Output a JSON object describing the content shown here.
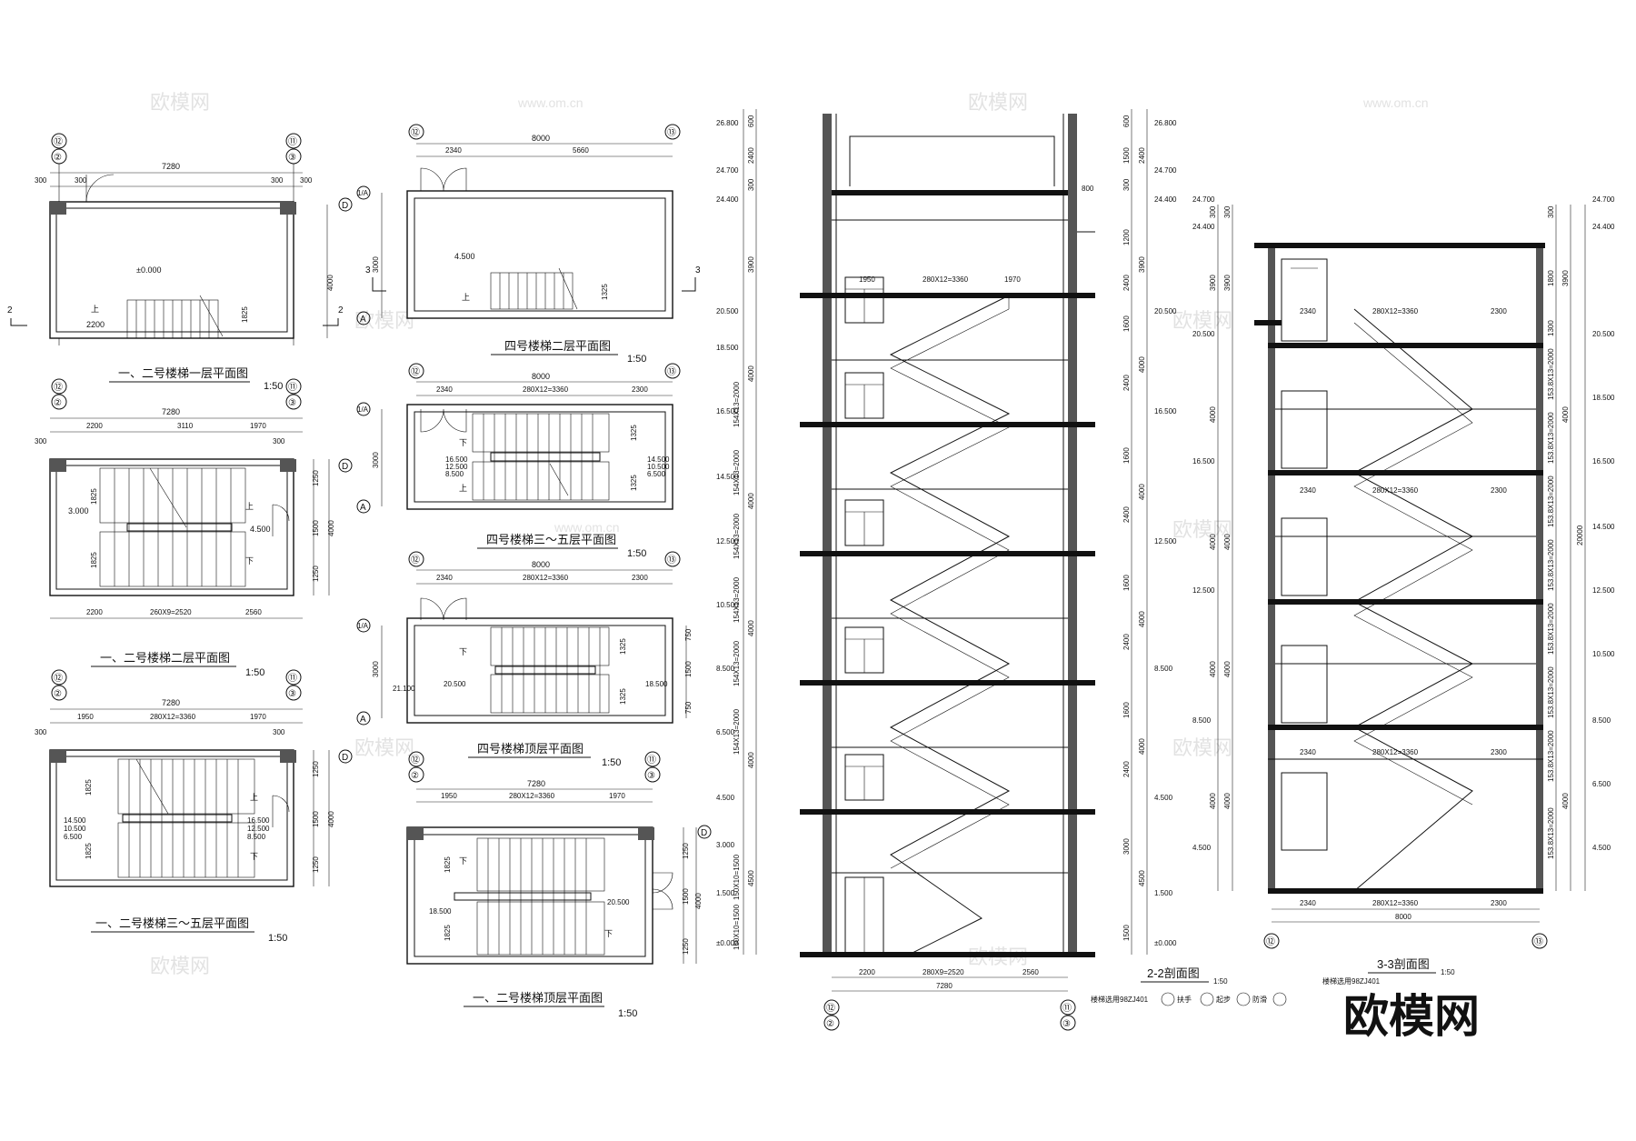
{
  "watermark": {
    "text": "欧模网",
    "url": "www.om.cn",
    "logo_text": "欧模网"
  },
  "colors": {
    "line": "#111111",
    "paper": "#ffffff",
    "watermark": "#e2e2e2"
  },
  "plans": {
    "p1": {
      "title": "一、二号楼梯一层平面图",
      "scale": "1:50",
      "grid_left": "⑫",
      "grid_left2": "②",
      "grid_right": "⑪",
      "grid_right2": "③",
      "grid_side": "D",
      "overall": "7280",
      "d_300a": "300",
      "d_300b": "300",
      "d_300c": "300",
      "d_300d": "300",
      "level": "±0.000",
      "run": "2200",
      "rise": "1825",
      "depth": "4000",
      "up": "上",
      "sec": "2"
    },
    "p2": {
      "title": "一、二号楼梯二层平面图",
      "scale": "1:50",
      "grid_left": "⑫",
      "grid_left2": "②",
      "grid_right": "⑪",
      "grid_right2": "③",
      "grid_side": "D",
      "overall": "7280",
      "d_a": "2200",
      "d_b": "3110",
      "d_c": "1970",
      "d_300a": "300",
      "d_300b": "300",
      "bot_a": "2200",
      "bot_b": "260X9=2520",
      "bot_c": "2560",
      "lvl_l": "3.000",
      "lvl_r": "4.500",
      "side_a": "1825",
      "side_b": "1825",
      "r_a": "1250",
      "r_b": "1500",
      "r_c": "1250",
      "depth": "4000",
      "up": "上",
      "dn": "下"
    },
    "p3": {
      "title": "一、二号楼梯三～五层平面图",
      "scale": "1:50",
      "grid_left": "⑫",
      "grid_left2": "②",
      "grid_right": "⑪",
      "grid_right2": "③",
      "grid_side": "D",
      "overall": "7280",
      "d_a": "1950",
      "d_b": "280X12=3360",
      "d_c": "1970",
      "d_300a": "300",
      "d_300b": "300",
      "lvl_l1": "14.500",
      "lvl_l2": "10.500",
      "lvl_l3": "6.500",
      "lvl_r1": "16.500",
      "lvl_r2": "12.500",
      "lvl_r3": "8.500",
      "side_a": "1825",
      "side_b": "1825",
      "r_a": "1250",
      "r_b": "1500",
      "r_c": "1250",
      "depth": "4000",
      "up": "上",
      "dn": "下"
    },
    "p4": {
      "title": "四号楼梯二层平面图",
      "scale": "1:50",
      "grid_left": "⑫",
      "grid_right": "⑬",
      "grid_a": "A",
      "grid_b": "1/A",
      "overall": "8000",
      "d_a": "2340",
      "d_b": "5660",
      "level": "4.500",
      "rise": "1325",
      "depth": "3000",
      "up": "上",
      "sec": "3"
    },
    "p5": {
      "title": "四号楼梯三～五层平面图",
      "scale": "1:50",
      "grid_left": "⑫",
      "grid_right": "⑬",
      "grid_a": "A",
      "grid_b": "1/A",
      "overall": "8000",
      "d_a": "2340",
      "d_b": "280X12=3360",
      "d_c": "2300",
      "lvl_l1": "16.500",
      "lvl_l2": "12.500",
      "lvl_l3": "8.500",
      "lvl_r1": "14.500",
      "lvl_r2": "10.500",
      "lvl_r3": "6.500",
      "r_a": "1325",
      "r_b": "1325",
      "depth": "3000",
      "up": "上",
      "dn": "下"
    },
    "p6": {
      "title": "四号楼梯顶层平面图",
      "scale": "1:50",
      "grid_left": "⑫",
      "grid_right": "⑬",
      "grid_a": "A",
      "grid_b": "1/A",
      "overall": "8000",
      "d_a": "2340",
      "d_b": "280X12=3360",
      "d_c": "2300",
      "lvl_l": "20.500",
      "lvl_r": "18.500",
      "lvl_x": "21.100",
      "r_a": "1325",
      "r_b": "1325",
      "r_c": "750",
      "r_d": "1500",
      "r_e": "750",
      "depth": "3000",
      "dn": "下"
    },
    "p7": {
      "title": "一、二号楼梯顶层平面图",
      "scale": "1:50",
      "grid_left": "⑫",
      "grid_left2": "②",
      "grid_right": "⑪",
      "grid_right2": "③",
      "grid_side": "D",
      "overall": "7280",
      "d_a": "1950",
      "d_b": "280X12=3360",
      "d_c": "1970",
      "lvl_l": "18.500",
      "lvl_r": "20.500",
      "side_a": "1825",
      "side_b": "1825",
      "r_a": "1250",
      "r_b": "1500",
      "r_c": "1250",
      "depth": "4000",
      "dn": "下"
    }
  },
  "section22": {
    "title": "2-2剖面图",
    "scale": "1:50",
    "grid_left": "⑫",
    "grid_left2": "②",
    "grid_right": "⑪",
    "grid_right2": "③",
    "top_a": "1950",
    "top_b": "280X12=3360",
    "top_c": "1970",
    "bot_a": "2200",
    "bot_b": "280X9=2520",
    "bot_c": "2560",
    "bot_total": "7280",
    "levels_left": [
      "26.800",
      "24.700",
      "24.400",
      "20.500",
      "18.500",
      "16.500",
      "14.500",
      "12.500",
      "10.500",
      "8.500",
      "6.500",
      "4.500",
      "3.000",
      "1.500",
      "±0.000"
    ],
    "levels_right": [
      "26.800",
      "24.700",
      "24.400",
      "20.500",
      "16.500",
      "12.500",
      "8.500",
      "4.500",
      "1.500",
      "±0.000"
    ],
    "risers": [
      "154X13=2000",
      "154X13=2000",
      "154X13=2000",
      "154X13=2000",
      "154X13=2000",
      "154X13=2000",
      "150X10=1500",
      "150X10=1500"
    ],
    "dims_left": [
      "600",
      "2400",
      "300",
      "3900",
      "4000",
      "4000",
      "4000",
      "4000",
      "4500"
    ],
    "dims_right": [
      "600",
      "1500",
      "2400",
      "300",
      "1200",
      "2400",
      "3900",
      "1600",
      "2400",
      "4000",
      "1600",
      "2400",
      "4000",
      "1600",
      "2400",
      "4000",
      "1600",
      "2400",
      "4000",
      "3000",
      "4500",
      "1500"
    ],
    "misc": "800",
    "note": "楼梯选用98ZJ401",
    "n1": "扶手",
    "n2": "起步",
    "n3": "防滑"
  },
  "section33": {
    "title": "3-3剖面图",
    "scale": "1:50",
    "grid_left": "⑫",
    "grid_right": "⑬",
    "top_a": "2340",
    "top_b": "280X12=3360",
    "top_c": "2300",
    "bot_a": "2340",
    "bot_b": "280X12=3360",
    "bot_c": "2300",
    "bot_total": "8000",
    "levels_left": [
      "24.700",
      "24.400",
      "20.500",
      "16.500",
      "12.500",
      "8.500",
      "4.500"
    ],
    "levels_right": [
      "24.700",
      "24.400",
      "20.500",
      "18.500",
      "16.500",
      "14.500",
      "12.500",
      "10.500",
      "8.500",
      "6.500",
      "4.500"
    ],
    "risers": [
      "153.8X13=2000",
      "153.8X13=2000",
      "153.8X13=2000",
      "153.8X13=2000",
      "153.8X13=2000",
      "153.8X13=2000",
      "153.8X13=2000",
      "153.8X13=2000"
    ],
    "dims": [
      "300",
      "300",
      "3900",
      "1800",
      "1300",
      "4000",
      "4000",
      "4000",
      "4000",
      "4000",
      "20000"
    ],
    "note": "楼梯选用98ZJ401"
  }
}
